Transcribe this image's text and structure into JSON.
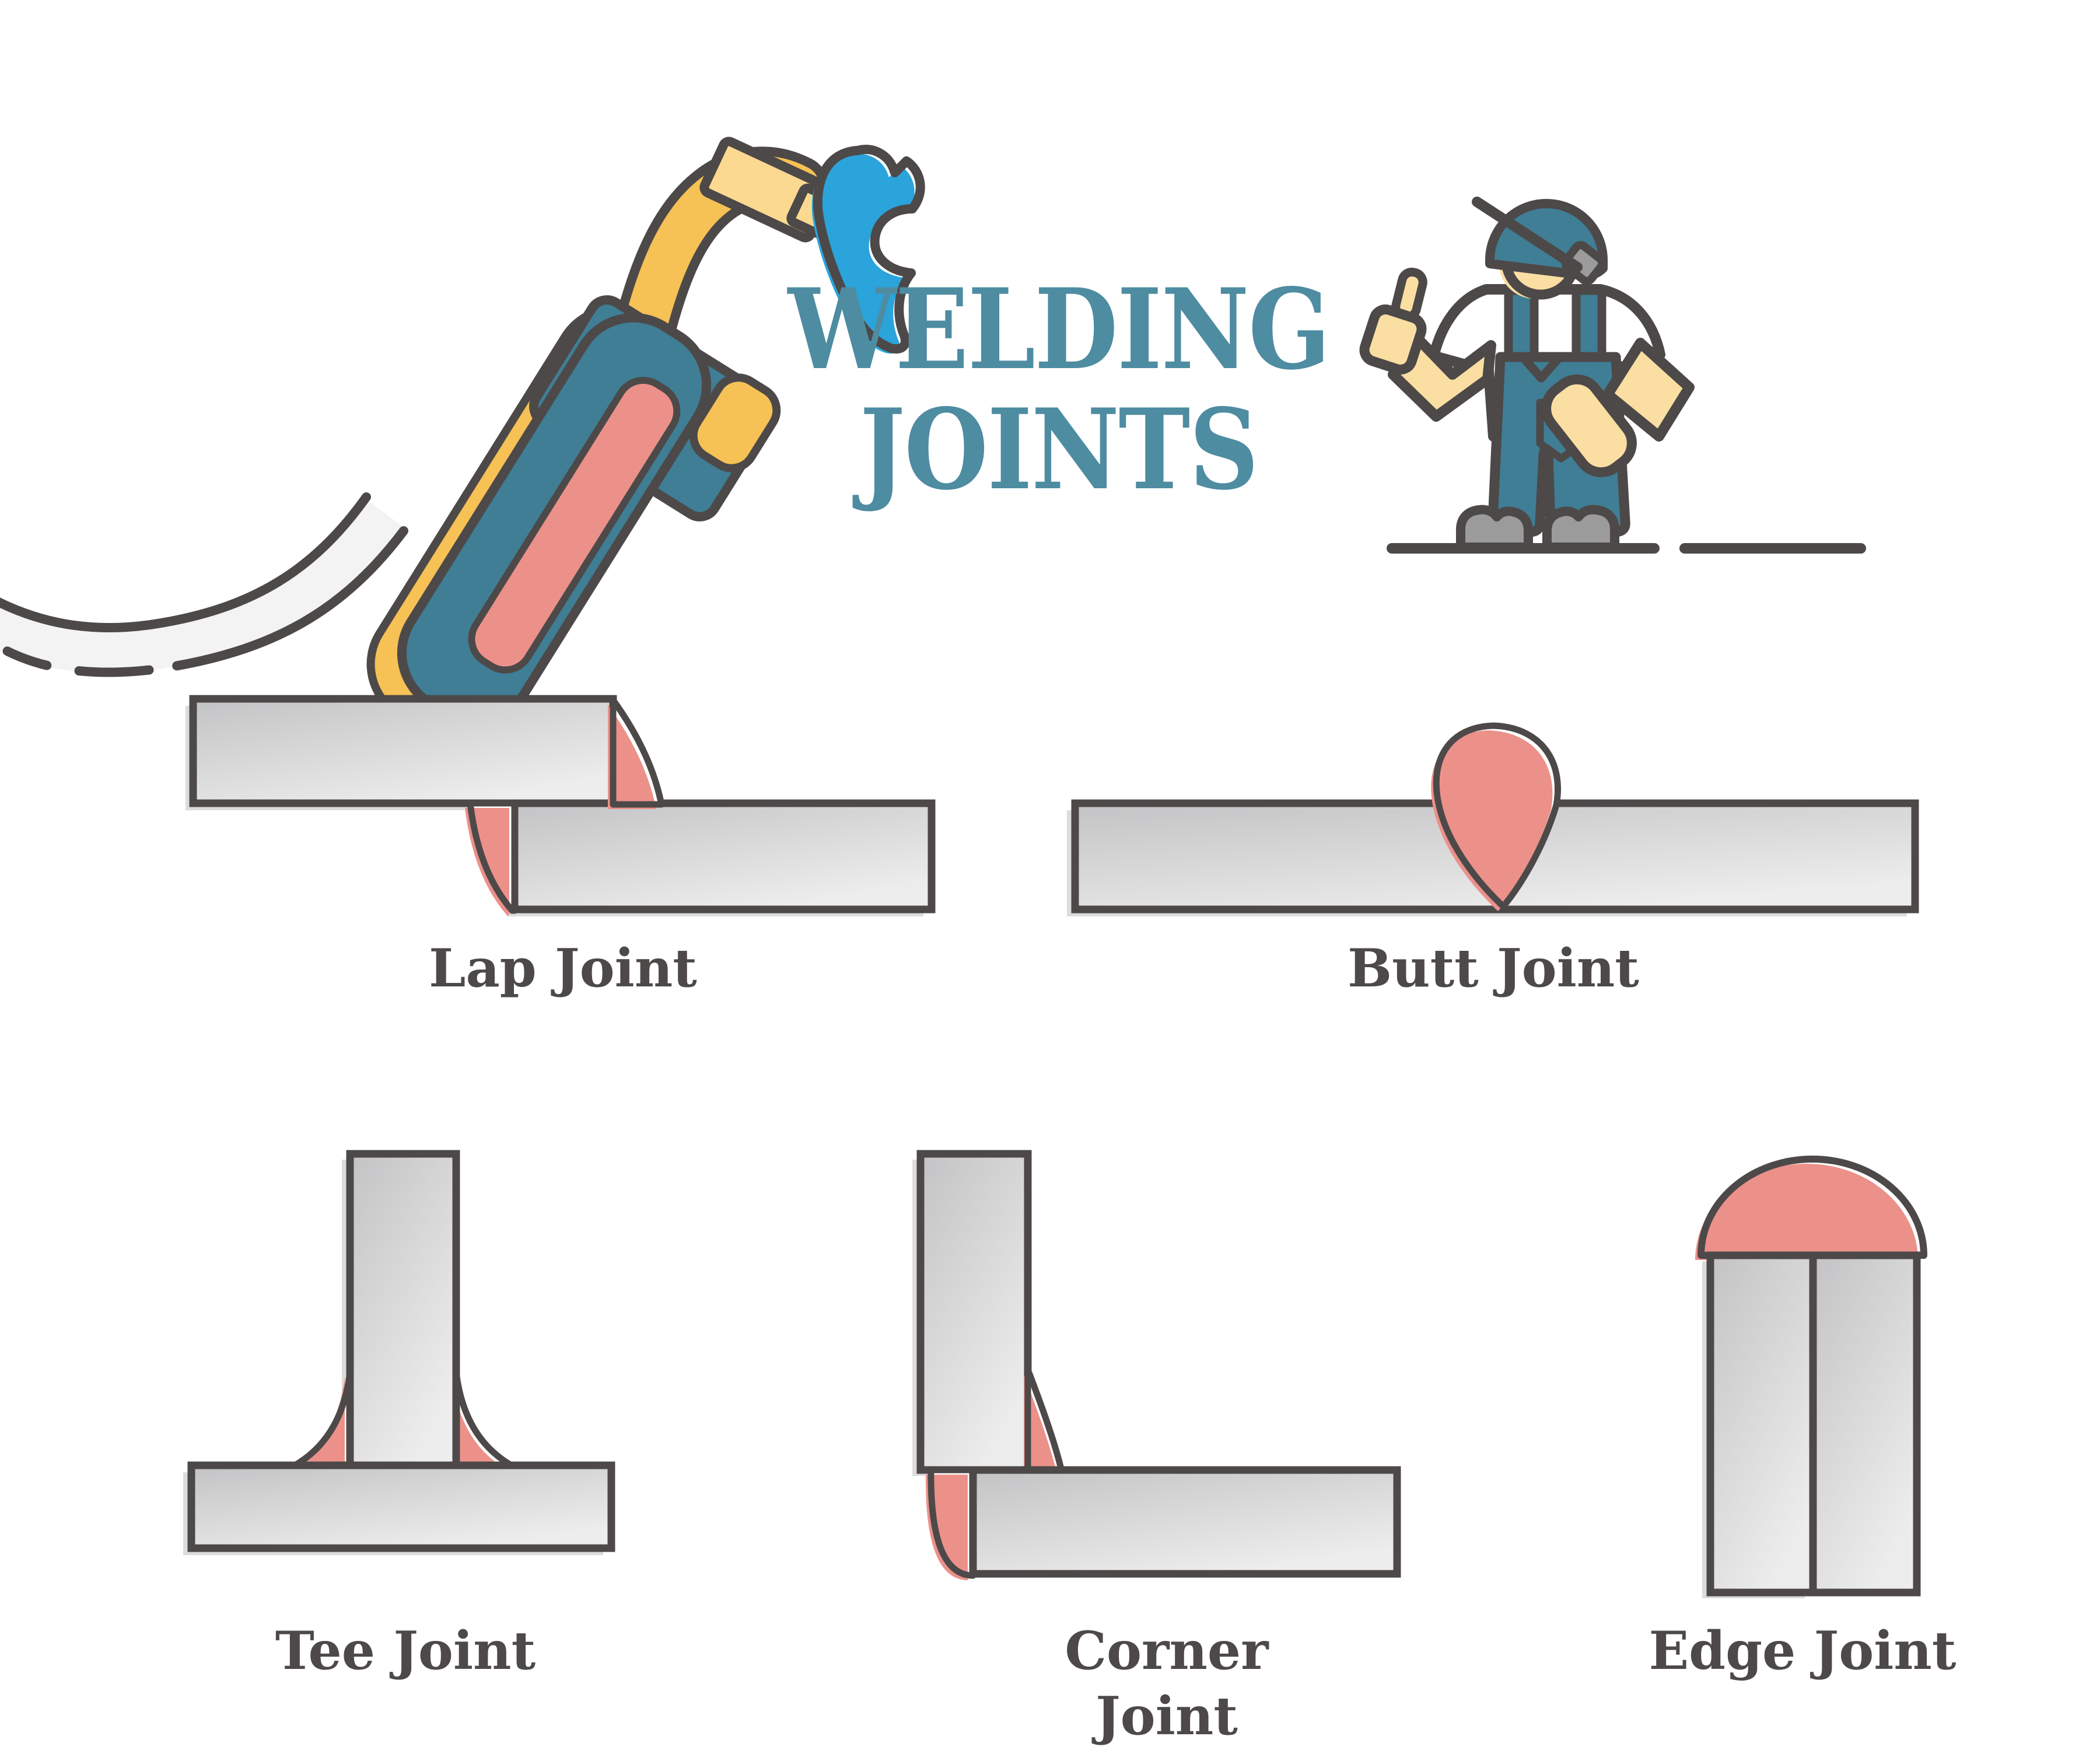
{
  "title": {
    "line1": "WELDING",
    "line2": "JOINTS"
  },
  "joints": [
    {
      "id": "lap",
      "label": "Lap Joint"
    },
    {
      "id": "butt",
      "label": "Butt Joint"
    },
    {
      "id": "tee",
      "label": "Tee Joint"
    },
    {
      "id": "corner",
      "label": "Corner Joint"
    },
    {
      "id": "edge",
      "label": "Edge Joint"
    }
  ],
  "icons": {
    "torch": "welding-torch-icon",
    "flame": "flame-icon",
    "worker": "welder-worker-thumbs-up-icon",
    "ground": "ground-line"
  },
  "colors": {
    "title_teal": "#4E8CA2",
    "illustration_teal": "#3F7E95",
    "weld_salmon": "#EC918A",
    "tube_yellow": "#F6C155",
    "nozzle_yellow": "#FBD990",
    "flame_blue": "#2BA3DB",
    "skin": "#FBDEA2",
    "plate_gray_dark": "#C3C3C5",
    "plate_gray_light": "#EDEDED",
    "outline": "#4D4949",
    "accessory_gray": "#9B9B9B",
    "label_text": "#4D4949",
    "background": "#FFFFFF"
  }
}
